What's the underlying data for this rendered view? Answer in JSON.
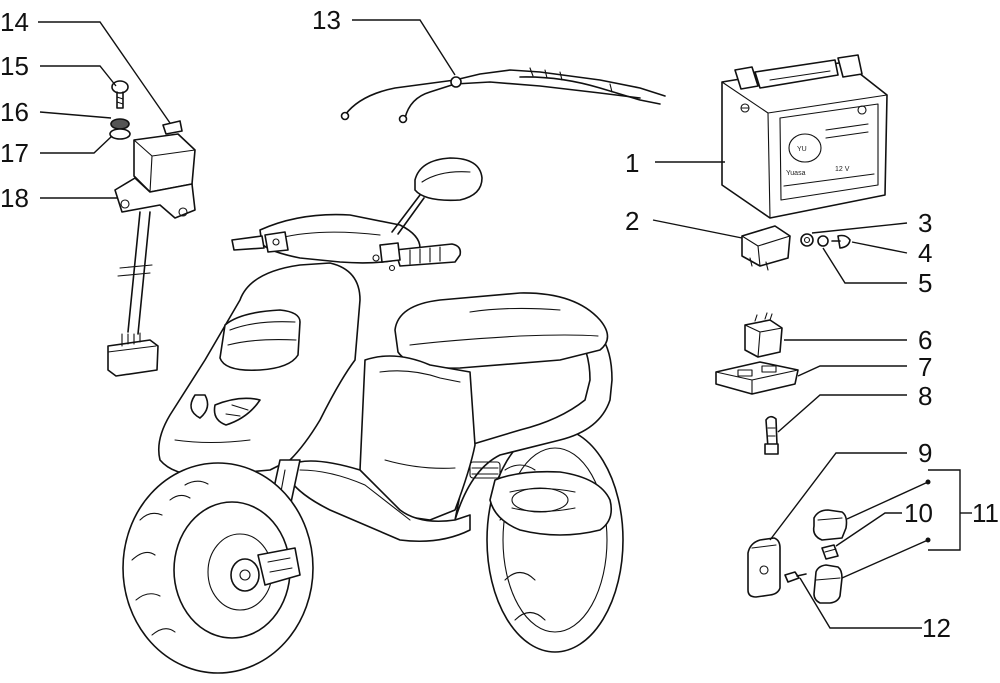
{
  "diagram": {
    "callouts": [
      {
        "id": "c1",
        "label": "1"
      },
      {
        "id": "c2",
        "label": "2"
      },
      {
        "id": "c3",
        "label": "3"
      },
      {
        "id": "c4",
        "label": "4"
      },
      {
        "id": "c5",
        "label": "5"
      },
      {
        "id": "c6",
        "label": "6"
      },
      {
        "id": "c7",
        "label": "7"
      },
      {
        "id": "c8",
        "label": "8"
      },
      {
        "id": "c9",
        "label": "9"
      },
      {
        "id": "c10",
        "label": "10"
      },
      {
        "id": "c11",
        "label": "11"
      },
      {
        "id": "c12",
        "label": "12"
      },
      {
        "id": "c13",
        "label": "13"
      },
      {
        "id": "c14",
        "label": "14"
      },
      {
        "id": "c15",
        "label": "15"
      },
      {
        "id": "c16",
        "label": "16"
      },
      {
        "id": "c17",
        "label": "17"
      },
      {
        "id": "c18",
        "label": "18"
      }
    ],
    "battery_print": {
      "line1": "Yuasa",
      "line2": "12 V"
    }
  }
}
